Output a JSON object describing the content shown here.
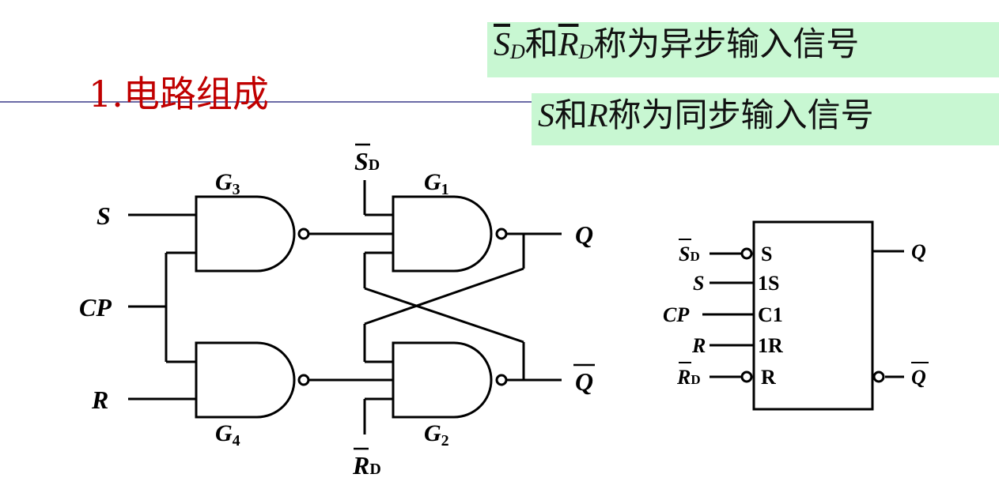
{
  "section_title": "1.电路组成",
  "notes": {
    "async": {
      "s": "S",
      "s_sub": "D",
      "he": "和",
      "r": "R",
      "r_sub": "D",
      "rest": "称为异步输入信号"
    },
    "sync": {
      "s": "S",
      "he": "和",
      "r": "R",
      "rest": "称为同步输入信号"
    }
  },
  "circuit": {
    "gates": {
      "g1": "G",
      "g1_sub": "1",
      "g2": "G",
      "g2_sub": "2",
      "g3": "G",
      "g3_sub": "3",
      "g4": "G",
      "g4_sub": "4"
    },
    "inputs": {
      "s": "S",
      "r": "R",
      "cp": "CP",
      "sd": "S",
      "sd_sub": "D",
      "rd": "R",
      "rd_sub": "D"
    },
    "outputs": {
      "q": "Q",
      "qbar": "Q"
    }
  },
  "symbol": {
    "pins_left": {
      "sd": "S",
      "sd_sub": "D",
      "s": "S",
      "cp": "CP",
      "r": "R",
      "rd": "R",
      "rd_sub": "D"
    },
    "pins_inside": [
      "S",
      "1S",
      "C1",
      "1R",
      "R"
    ],
    "outputs": {
      "q": "Q",
      "qbar": "Q"
    }
  },
  "colors": {
    "title": "#c00000",
    "note_bg": "#c8f7d2",
    "rule": "#6a6aa6",
    "line": "#000000"
  }
}
